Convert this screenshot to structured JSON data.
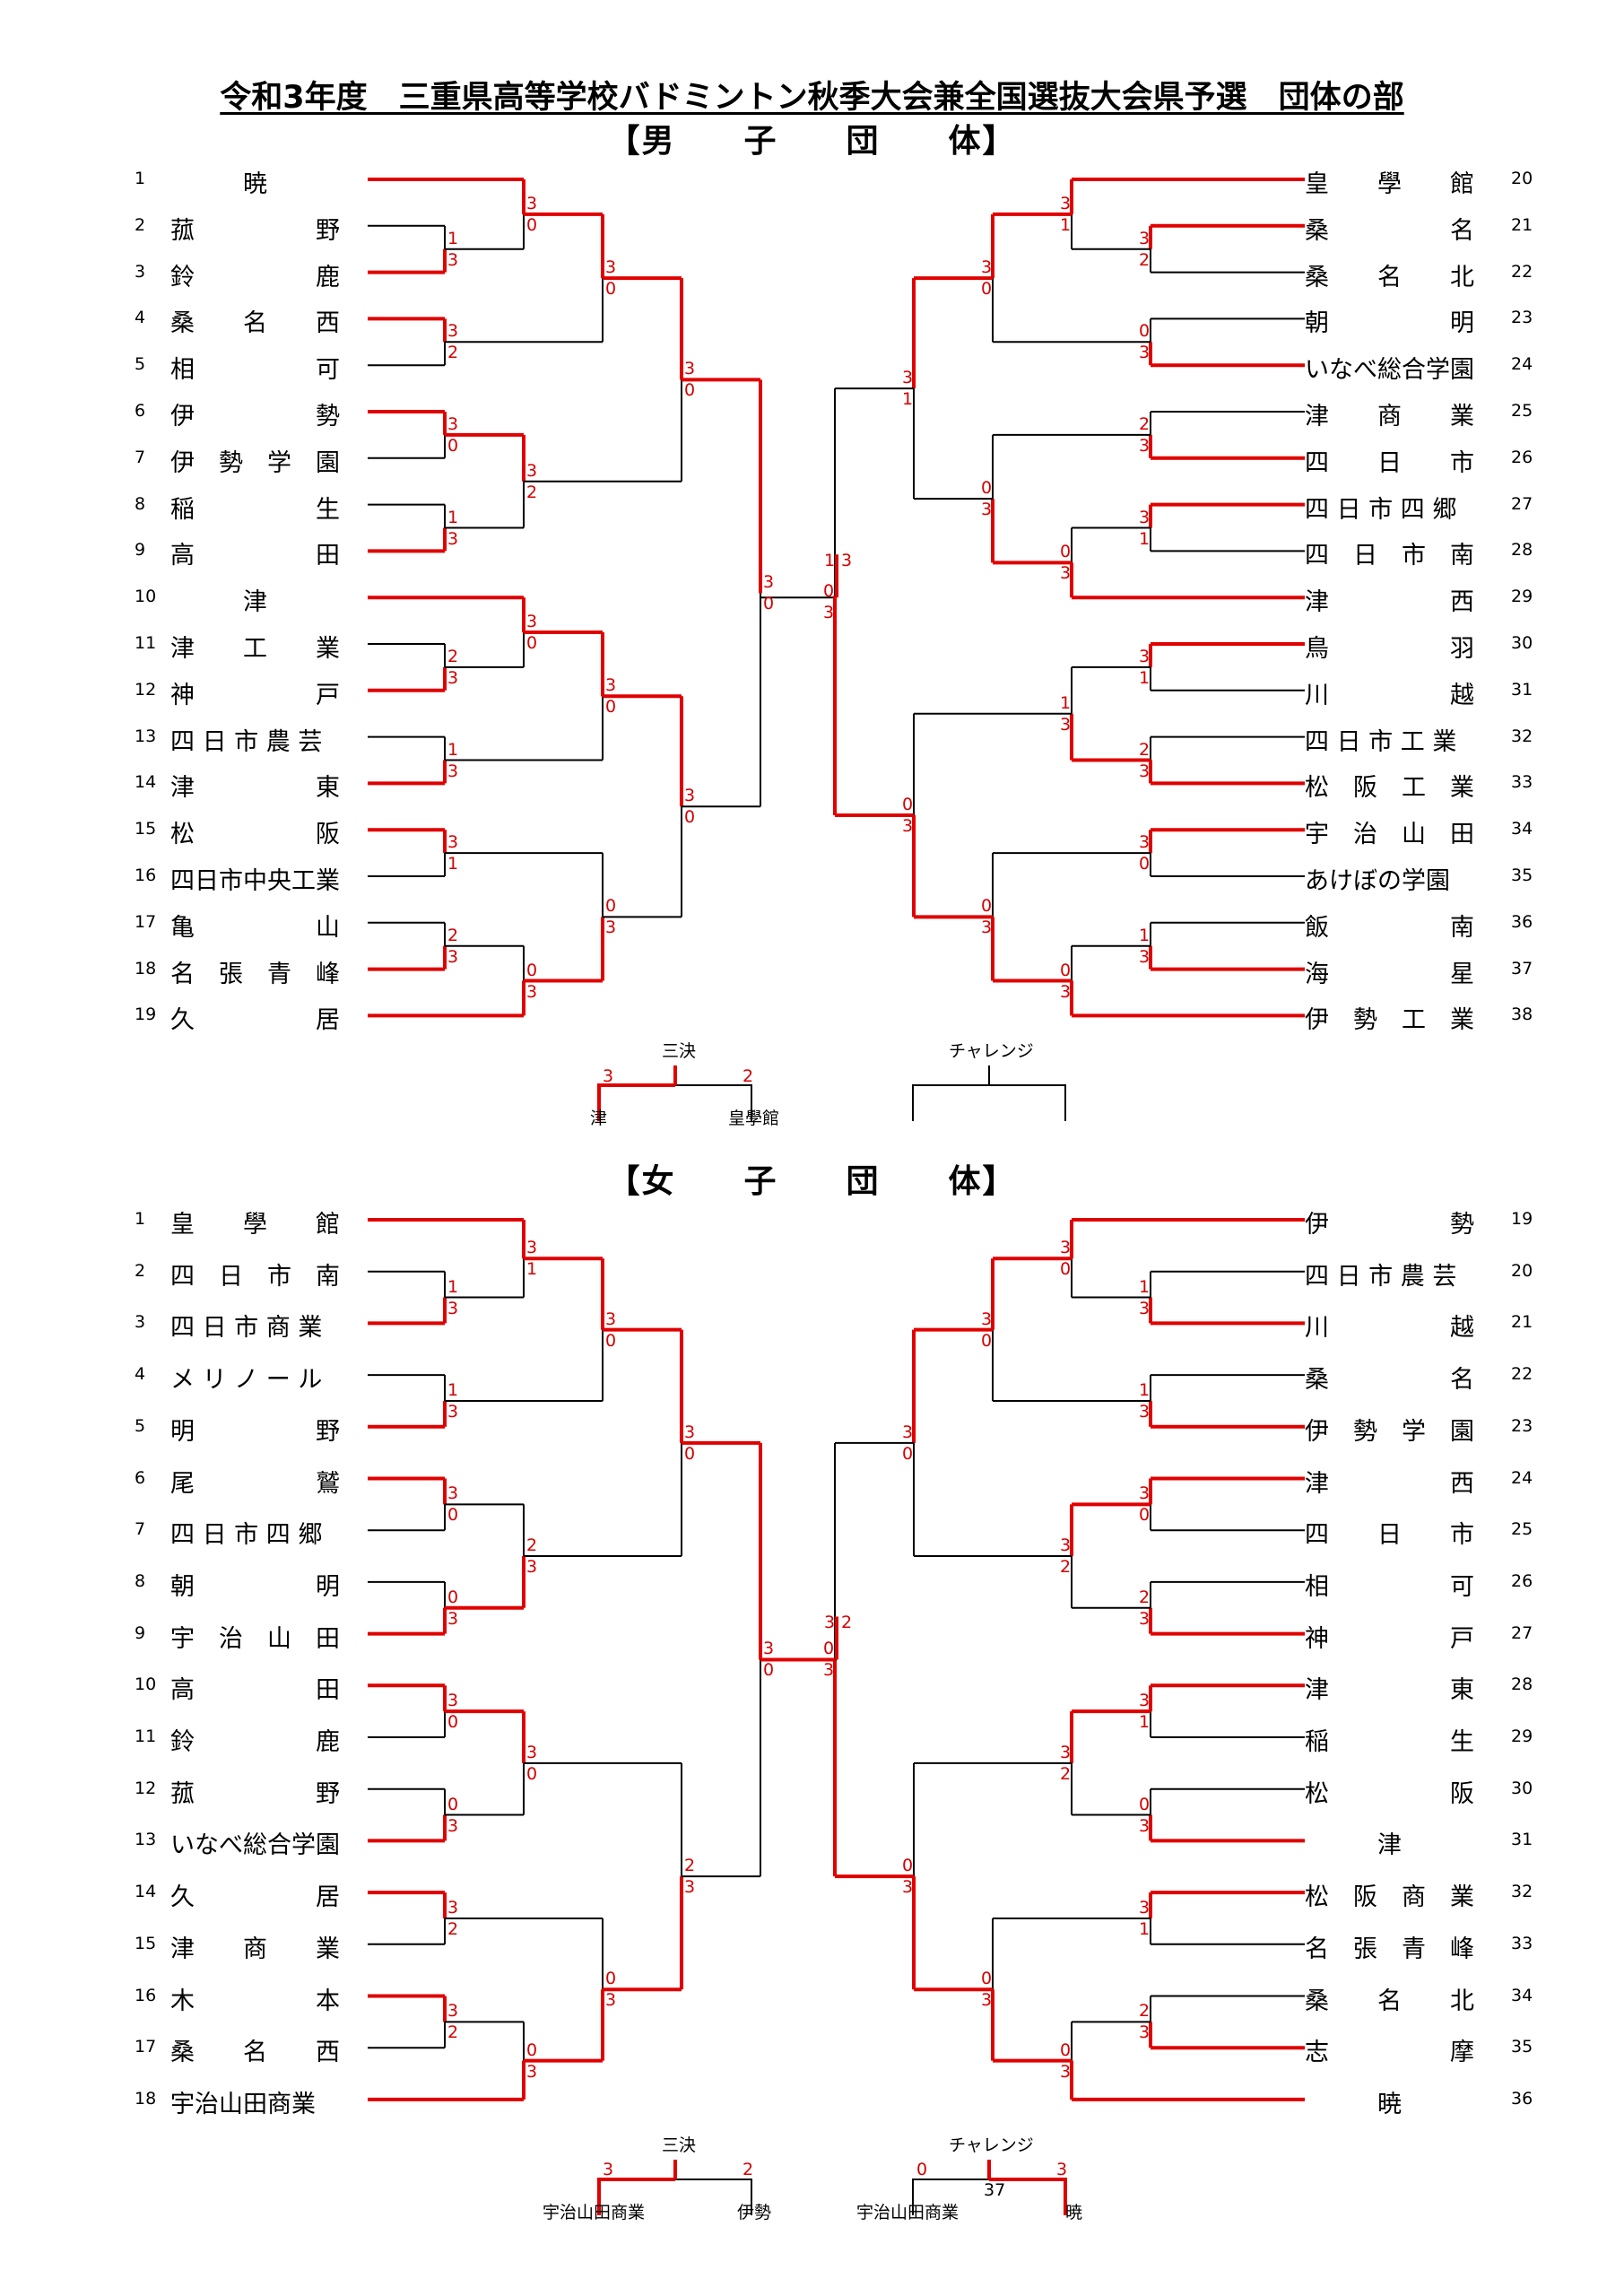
{
  "title": "令和3年度　三重県高等学校バドミントン秋季大会兼全国選抜大会県予選　団体の部",
  "colors": {
    "winner_line": "#e00000",
    "score": "#d40000",
    "line": "#000000"
  },
  "men": {
    "heading": "【男　　子　　団　　体】",
    "left": [
      {
        "n": "1",
        "name": "　　　暁"
      },
      {
        "n": "2",
        "name": "菰　　　　　野"
      },
      {
        "n": "3",
        "name": "鈴　　　　　鹿"
      },
      {
        "n": "4",
        "name": "桑　　名　　西"
      },
      {
        "n": "5",
        "name": "相　　　　　可"
      },
      {
        "n": "6",
        "name": "伊　　　　　勢"
      },
      {
        "n": "7",
        "name": "伊　勢　学　園"
      },
      {
        "n": "8",
        "name": "稲　　　　　生"
      },
      {
        "n": "9",
        "name": "高　　　　　田"
      },
      {
        "n": "10",
        "name": "　　　津"
      },
      {
        "n": "11",
        "name": "津　　工　　業"
      },
      {
        "n": "12",
        "name": "神　　　　　戸"
      },
      {
        "n": "13",
        "name": "四 日 市 農 芸"
      },
      {
        "n": "14",
        "name": "津　　　　　東"
      },
      {
        "n": "15",
        "name": "松　　　　　阪"
      },
      {
        "n": "16",
        "name": "四日市中央工業"
      },
      {
        "n": "17",
        "name": "亀　　　　　山"
      },
      {
        "n": "18",
        "name": "名　張　青　峰"
      },
      {
        "n": "19",
        "name": "久　　　　　居"
      }
    ],
    "right": [
      {
        "n": "20",
        "name": "皇　　學　　館"
      },
      {
        "n": "21",
        "name": "桑　　　　　名"
      },
      {
        "n": "22",
        "name": "桑　　名　　北"
      },
      {
        "n": "23",
        "name": "朝　　　　　明"
      },
      {
        "n": "24",
        "name": "いなべ総合学園"
      },
      {
        "n": "25",
        "name": "津　　商　　業"
      },
      {
        "n": "26",
        "name": "四　　日　　市"
      },
      {
        "n": "27",
        "name": "四 日 市 四 郷"
      },
      {
        "n": "28",
        "name": "四　日　市　南"
      },
      {
        "n": "29",
        "name": "津　　　　　西"
      },
      {
        "n": "30",
        "name": "鳥　　　　　羽"
      },
      {
        "n": "31",
        "name": "川　　　　　越"
      },
      {
        "n": "32",
        "name": "四 日 市 工 業"
      },
      {
        "n": "33",
        "name": "松　阪　工　業"
      },
      {
        "n": "34",
        "name": "宇　治　山　田"
      },
      {
        "n": "35",
        "name": "あけぼの学園"
      },
      {
        "n": "36",
        "name": "飯　　　　　南"
      },
      {
        "n": "37",
        "name": "海　　　　　星"
      },
      {
        "n": "38",
        "name": "伊　勢　工　業"
      }
    ],
    "third_place": {
      "label": "三決",
      "left_score": "3",
      "right_score": "2",
      "left_team": "津",
      "right_team": "皇學館"
    },
    "challenge": {
      "label": "チャレンジ"
    },
    "final": {
      "left_score": "1",
      "right_score": "3"
    }
  },
  "women": {
    "heading": "【女　　子　　団　　体】",
    "left": [
      {
        "n": "1",
        "name": "皇　　學　　館"
      },
      {
        "n": "2",
        "name": "四　日　市　南"
      },
      {
        "n": "3",
        "name": "四 日 市 商 業"
      },
      {
        "n": "4",
        "name": "メ リ ノ ー ル"
      },
      {
        "n": "5",
        "name": "明　　　　　野"
      },
      {
        "n": "6",
        "name": "尾　　　　　鷲"
      },
      {
        "n": "7",
        "name": "四 日 市 四 郷"
      },
      {
        "n": "8",
        "name": "朝　　　　　明"
      },
      {
        "n": "9",
        "name": "宇　治　山　田"
      },
      {
        "n": "10",
        "name": "高　　　　　田"
      },
      {
        "n": "11",
        "name": "鈴　　　　　鹿"
      },
      {
        "n": "12",
        "name": "菰　　　　　野"
      },
      {
        "n": "13",
        "name": "いなべ総合学園"
      },
      {
        "n": "14",
        "name": "久　　　　　居"
      },
      {
        "n": "15",
        "name": "津　　商　　業"
      },
      {
        "n": "16",
        "name": "木　　　　　本"
      },
      {
        "n": "17",
        "name": "桑　　名　　西"
      },
      {
        "n": "18",
        "name": "宇治山田商業"
      }
    ],
    "right": [
      {
        "n": "19",
        "name": "伊　　　　　勢"
      },
      {
        "n": "20",
        "name": "四 日 市 農 芸"
      },
      {
        "n": "21",
        "name": "川　　　　　越"
      },
      {
        "n": "22",
        "name": "桑　　　　　名"
      },
      {
        "n": "23",
        "name": "伊　勢　学　園"
      },
      {
        "n": "24",
        "name": "津　　　　　西"
      },
      {
        "n": "25",
        "name": "四　　日　　市"
      },
      {
        "n": "26",
        "name": "相　　　　　可"
      },
      {
        "n": "27",
        "name": "神　　　　　戸"
      },
      {
        "n": "28",
        "name": "津　　　　　東"
      },
      {
        "n": "29",
        "name": "稲　　　　　生"
      },
      {
        "n": "30",
        "name": "松　　　　　阪"
      },
      {
        "n": "31",
        "name": "　　　津"
      },
      {
        "n": "32",
        "name": "松　阪　商　業"
      },
      {
        "n": "33",
        "name": "名　張　青　峰"
      },
      {
        "n": "34",
        "name": "桑　　名　　北"
      },
      {
        "n": "35",
        "name": "志　　　　　摩"
      },
      {
        "n": "36",
        "name": "　　　暁"
      }
    ],
    "third_place": {
      "label": "三決",
      "left_score": "3",
      "right_score": "2",
      "left_team": "宇治山田商業",
      "right_team": "伊勢"
    },
    "challenge": {
      "label": "チャレンジ",
      "left_score": "0",
      "right_score": "3",
      "left_team": "宇治山田商業",
      "right_team": "暁",
      "number": "37"
    },
    "final": {
      "left_score": "3",
      "right_score": "2"
    }
  }
}
